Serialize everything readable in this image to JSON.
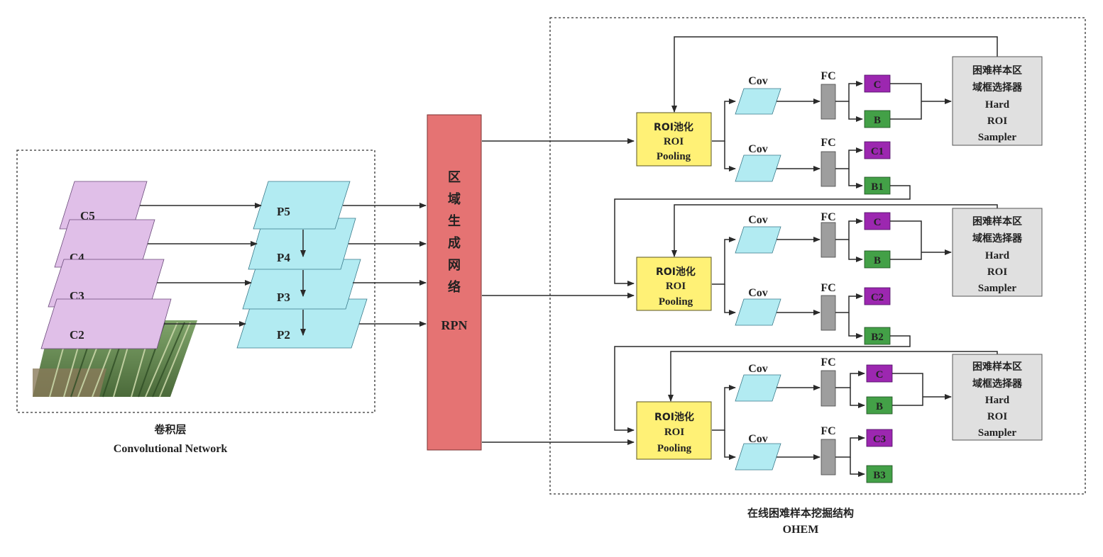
{
  "conv": {
    "title_cn": "卷积层",
    "title_en": "Convolutional Network",
    "c_layers": [
      "C5",
      "C4",
      "C3",
      "C2"
    ],
    "p_layers": [
      "P5",
      "P4",
      "P3",
      "P2"
    ]
  },
  "rpn": {
    "chars": [
      "区",
      "域",
      "生",
      "成",
      "网",
      "络"
    ],
    "label": "RPN"
  },
  "ohem": {
    "title_cn": "在线困难样本挖掘结构",
    "title_en": "OHEM",
    "stages": [
      {
        "pool": [
          "ROI池化",
          "ROI",
          "Pooling"
        ],
        "cov_top": "Cov",
        "cov_bottom": "Cov",
        "fc_top": "FC",
        "fc_bottom": "FC",
        "c_top": "C",
        "b_top": "B",
        "c_bottom": "C1",
        "b_bottom": "B1",
        "sampler": [
          "困难样本区",
          "域框选择器",
          "Hard",
          "ROI",
          "Sampler"
        ]
      },
      {
        "pool": [
          "ROI池化",
          "ROI",
          "Pooling"
        ],
        "cov_top": "Cov",
        "cov_bottom": "Cov",
        "fc_top": "FC",
        "fc_bottom": "FC",
        "c_top": "C",
        "b_top": "B",
        "c_bottom": "C2",
        "b_bottom": "B2",
        "sampler": [
          "困难样本区",
          "域框选择器",
          "Hard",
          "ROI",
          "Sampler"
        ]
      },
      {
        "pool": [
          "ROI池化",
          "ROI",
          "Pooling"
        ],
        "cov_top": "Cov",
        "cov_bottom": "Cov",
        "fc_top": "FC",
        "fc_bottom": "FC",
        "c_top": "C",
        "b_top": "B",
        "c_bottom": "C3",
        "b_bottom": "B3",
        "sampler": [
          "困难样本区",
          "域框选择器",
          "Hard",
          "ROI",
          "Sampler"
        ]
      }
    ]
  },
  "colors": {
    "c_layer": "#e0bfe8",
    "p_layer": "#b2ebf2",
    "rpn": "#e57373",
    "pool": "#fff176",
    "cov": "#b2ebf2",
    "fc": "#9e9e9e",
    "class_box": "#9c27b0",
    "bbox_box": "#43a047",
    "sampler": "#e0e0e0"
  },
  "icons": {
    "photo": "rice-plant-photo"
  }
}
